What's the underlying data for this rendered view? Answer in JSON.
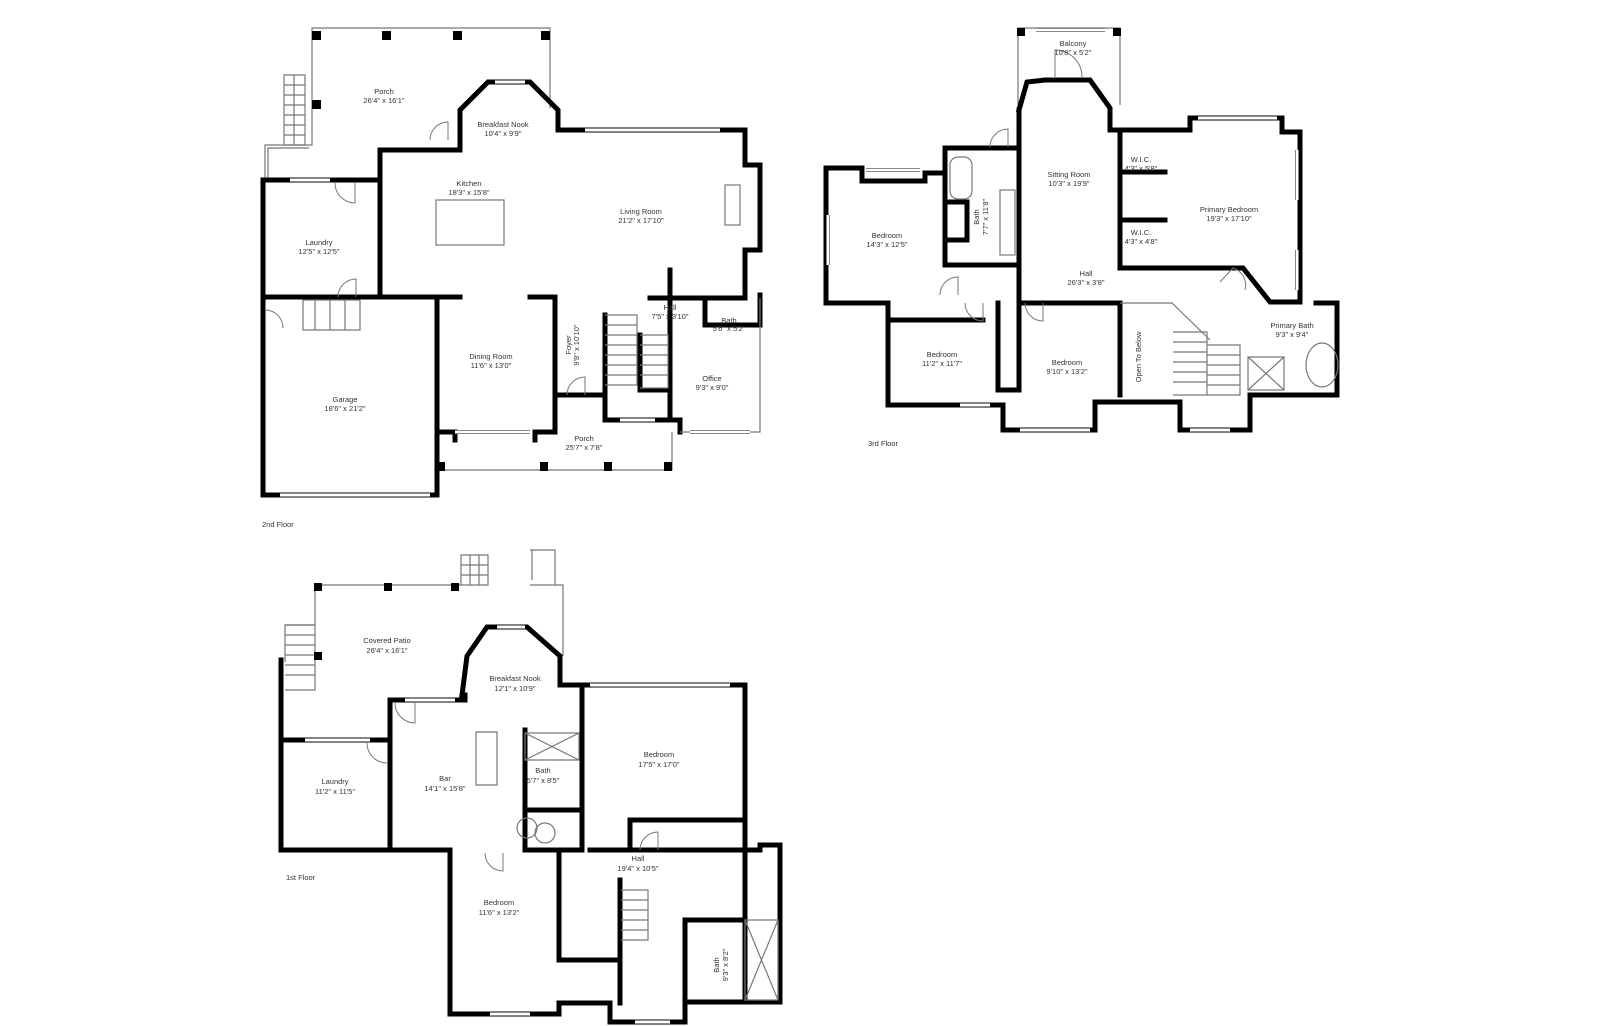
{
  "floors": [
    {
      "label": "2nd Floor",
      "rooms": [
        {
          "name": "Porch",
          "dims": "26'4\" x 16'1\""
        },
        {
          "name": "Breakfast Nook",
          "dims": "10'4\" x 9'9\""
        },
        {
          "name": "Kitchen",
          "dims": "18'3\" x 15'8\""
        },
        {
          "name": "Living Room",
          "dims": "21'2\" x 17'10\""
        },
        {
          "name": "Laundry",
          "dims": "12'5\" x 12'5\""
        },
        {
          "name": "Garage",
          "dims": "18'6\" x 21'2\""
        },
        {
          "name": "Dining Room",
          "dims": "11'6\" x 13'0\""
        },
        {
          "name": "Foyer",
          "dims": "9'8\" x 10'10\""
        },
        {
          "name": "Hall",
          "dims": "7'5\" x 3'10\""
        },
        {
          "name": "Bath",
          "dims": "5'6\" x 5'2\""
        },
        {
          "name": "Office",
          "dims": "9'3\" x 9'0\""
        },
        {
          "name": "Porch",
          "dims": "25'7\" x 7'8\""
        }
      ]
    },
    {
      "label": "3rd Floor",
      "rooms": [
        {
          "name": "Balcony",
          "dims": "10'8\" x 5'2\""
        },
        {
          "name": "Sitting Room",
          "dims": "10'3\" x 19'9\""
        },
        {
          "name": "Bath",
          "dims": "7'7\" x 11'8\""
        },
        {
          "name": "Bedroom",
          "dims": "14'3\" x 12'5\""
        },
        {
          "name": "W.I.C.",
          "dims": "4'3\" x 5'8\""
        },
        {
          "name": "W.I.C.",
          "dims": "4'3\" x 4'8\""
        },
        {
          "name": "Primary Bedroom",
          "dims": "19'3\" x 17'10\""
        },
        {
          "name": "Hall",
          "dims": "26'3\" x 3'8\""
        },
        {
          "name": "Bedroom",
          "dims": "11'2\" x 11'7\""
        },
        {
          "name": "Bedroom",
          "dims": "9'10\" x 13'2\""
        },
        {
          "name": "Open To Below",
          "dims": ""
        },
        {
          "name": "Primary Bath",
          "dims": "9'3\" x 9'4\""
        }
      ]
    },
    {
      "label": "1st Floor",
      "rooms": [
        {
          "name": "Covered Patio",
          "dims": "26'4\" x 16'1\""
        },
        {
          "name": "Breakfast Nook",
          "dims": "12'1\" x 10'9\""
        },
        {
          "name": "Laundry",
          "dims": "11'2\" x 11'5\""
        },
        {
          "name": "Bar",
          "dims": "14'1\" x 15'8\""
        },
        {
          "name": "Bath",
          "dims": "5'7\" x 8'5\""
        },
        {
          "name": "Bedroom",
          "dims": "17'5\" x 17'0\""
        },
        {
          "name": "Hall",
          "dims": "19'4\" x 10'5\""
        },
        {
          "name": "Bedroom",
          "dims": "11'6\" x 13'2\""
        },
        {
          "name": "Bath",
          "dims": "9'3\" x 8'2\""
        }
      ]
    }
  ]
}
